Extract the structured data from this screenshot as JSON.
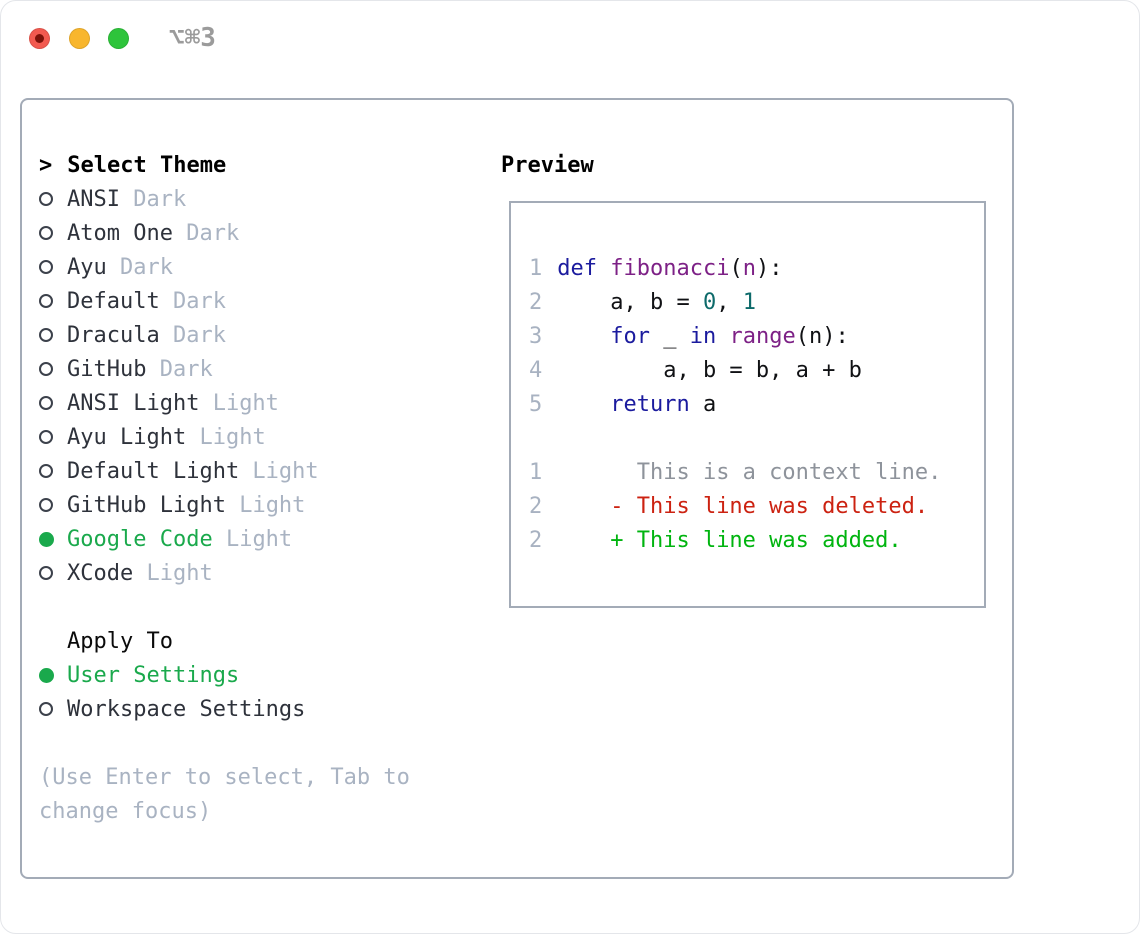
{
  "window": {
    "title": "⌥⌘3"
  },
  "colors": {
    "panel_border": "#a3abb7",
    "ui_green": "#1aa94c",
    "text_dark": "#2e323b",
    "muted": "#a9b3c2",
    "keyword": "#1b1b9e",
    "function": "#7d2186",
    "literal": "#0d6a6a",
    "plain": "#101114",
    "line_number": "#a8b2c1",
    "context": "#8e939b",
    "deleted": "#cc2211",
    "added": "#00b40f",
    "traffic_red": "#f25a50",
    "traffic_yellow": "#f8b62d",
    "traffic_green": "#2ec43b"
  },
  "select_theme": {
    "caret": ">",
    "header": "Select Theme"
  },
  "themes": [
    {
      "name": "ANSI",
      "variant": "Dark",
      "selected": false
    },
    {
      "name": "Atom One",
      "variant": "Dark",
      "selected": false
    },
    {
      "name": "Ayu",
      "variant": "Dark",
      "selected": false
    },
    {
      "name": "Default",
      "variant": "Dark",
      "selected": false
    },
    {
      "name": "Dracula",
      "variant": "Dark",
      "selected": false
    },
    {
      "name": "GitHub",
      "variant": "Dark",
      "selected": false
    },
    {
      "name": "ANSI Light",
      "variant": "Light",
      "selected": false
    },
    {
      "name": "Ayu Light",
      "variant": "Light",
      "selected": false
    },
    {
      "name": "Default Light",
      "variant": "Light",
      "selected": false
    },
    {
      "name": "GitHub Light",
      "variant": "Light",
      "selected": false
    },
    {
      "name": "Google Code",
      "variant": "Light",
      "selected": true
    },
    {
      "name": "XCode",
      "variant": "Light",
      "selected": false
    }
  ],
  "apply_to": {
    "header": "Apply To",
    "options": [
      {
        "label": "User Settings",
        "selected": true
      },
      {
        "label": "Workspace Settings",
        "selected": false
      }
    ]
  },
  "hint": {
    "line1": "(Use Enter to select, Tab to",
    "line2": "change focus)"
  },
  "preview": {
    "title": "Preview",
    "code_lines": [
      {
        "num": "1",
        "tokens": [
          {
            "c": "keyword",
            "t": "def"
          },
          {
            "c": "plain",
            "t": " "
          },
          {
            "c": "function",
            "t": "fibonacci"
          },
          {
            "c": "plain",
            "t": "("
          },
          {
            "c": "function",
            "t": "n"
          },
          {
            "c": "plain",
            "t": "):"
          }
        ]
      },
      {
        "num": "2",
        "tokens": [
          {
            "c": "plain",
            "t": "    a, b = "
          },
          {
            "c": "literal",
            "t": "0"
          },
          {
            "c": "plain",
            "t": ", "
          },
          {
            "c": "literal",
            "t": "1"
          }
        ]
      },
      {
        "num": "3",
        "tokens": [
          {
            "c": "plain",
            "t": "    "
          },
          {
            "c": "keyword",
            "t": "for"
          },
          {
            "c": "plain",
            "t": " _ "
          },
          {
            "c": "keyword",
            "t": "in"
          },
          {
            "c": "plain",
            "t": " "
          },
          {
            "c": "function",
            "t": "range"
          },
          {
            "c": "plain",
            "t": "(n):"
          }
        ]
      },
      {
        "num": "4",
        "tokens": [
          {
            "c": "plain",
            "t": "        a, b = b, a + b"
          }
        ]
      },
      {
        "num": "5",
        "tokens": [
          {
            "c": "plain",
            "t": "    "
          },
          {
            "c": "keyword",
            "t": "return"
          },
          {
            "c": "plain",
            "t": " a"
          }
        ]
      },
      {
        "num": "",
        "tokens": []
      },
      {
        "num": "1",
        "tokens": [
          {
            "c": "context",
            "t": "      This is a context line."
          }
        ]
      },
      {
        "num": "2",
        "tokens": [
          {
            "c": "deleted",
            "t": "    - This line was deleted."
          }
        ]
      },
      {
        "num": "2",
        "tokens": [
          {
            "c": "added",
            "t": "    + This line was added."
          }
        ]
      }
    ]
  }
}
